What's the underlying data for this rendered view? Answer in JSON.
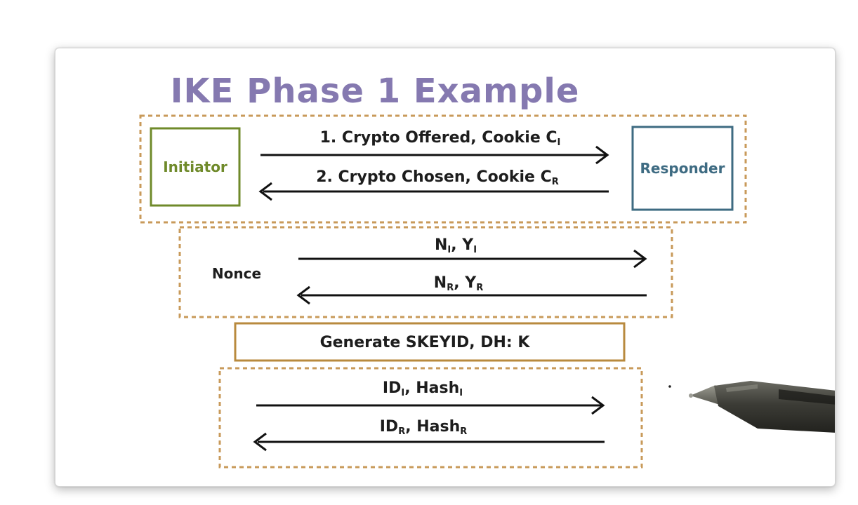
{
  "title": "IKE Phase 1 Example",
  "colors": {
    "title": "#8579b0",
    "initiator": "#6f8a2a",
    "responder": "#3e6b82",
    "dashed_border": "#c89a5a",
    "generate_border": "#b88a3e",
    "arrow": "#111111"
  },
  "parties": {
    "initiator": "Initiator",
    "responder": "Responder"
  },
  "phase_cookies": {
    "msg1_main": "1. Crypto Offered, Cookie C",
    "msg1_sub": "I",
    "msg2_main": "2. Crypto Chosen, Cookie C",
    "msg2_sub": "R"
  },
  "phase_nonce": {
    "label": "Nonce",
    "msg1_a": "N",
    "msg1_a_sub": "I",
    "msg1_sep": ", Y",
    "msg1_b_sub": "I",
    "msg2_a": "N",
    "msg2_a_sub": "R",
    "msg2_sep": ", Y",
    "msg2_b_sub": "R"
  },
  "generate": {
    "label": "Generate SKEYID, DH: K"
  },
  "phase_auth": {
    "msg1_a": "ID",
    "msg1_a_sub": "I",
    "msg1_sep": ", Hash",
    "msg1_b_sub": "I",
    "msg2_a": "ID",
    "msg2_a_sub": "R",
    "msg2_sep": ", Hash",
    "msg2_b_sub": "R"
  },
  "pen_icon": "stylus-pen"
}
